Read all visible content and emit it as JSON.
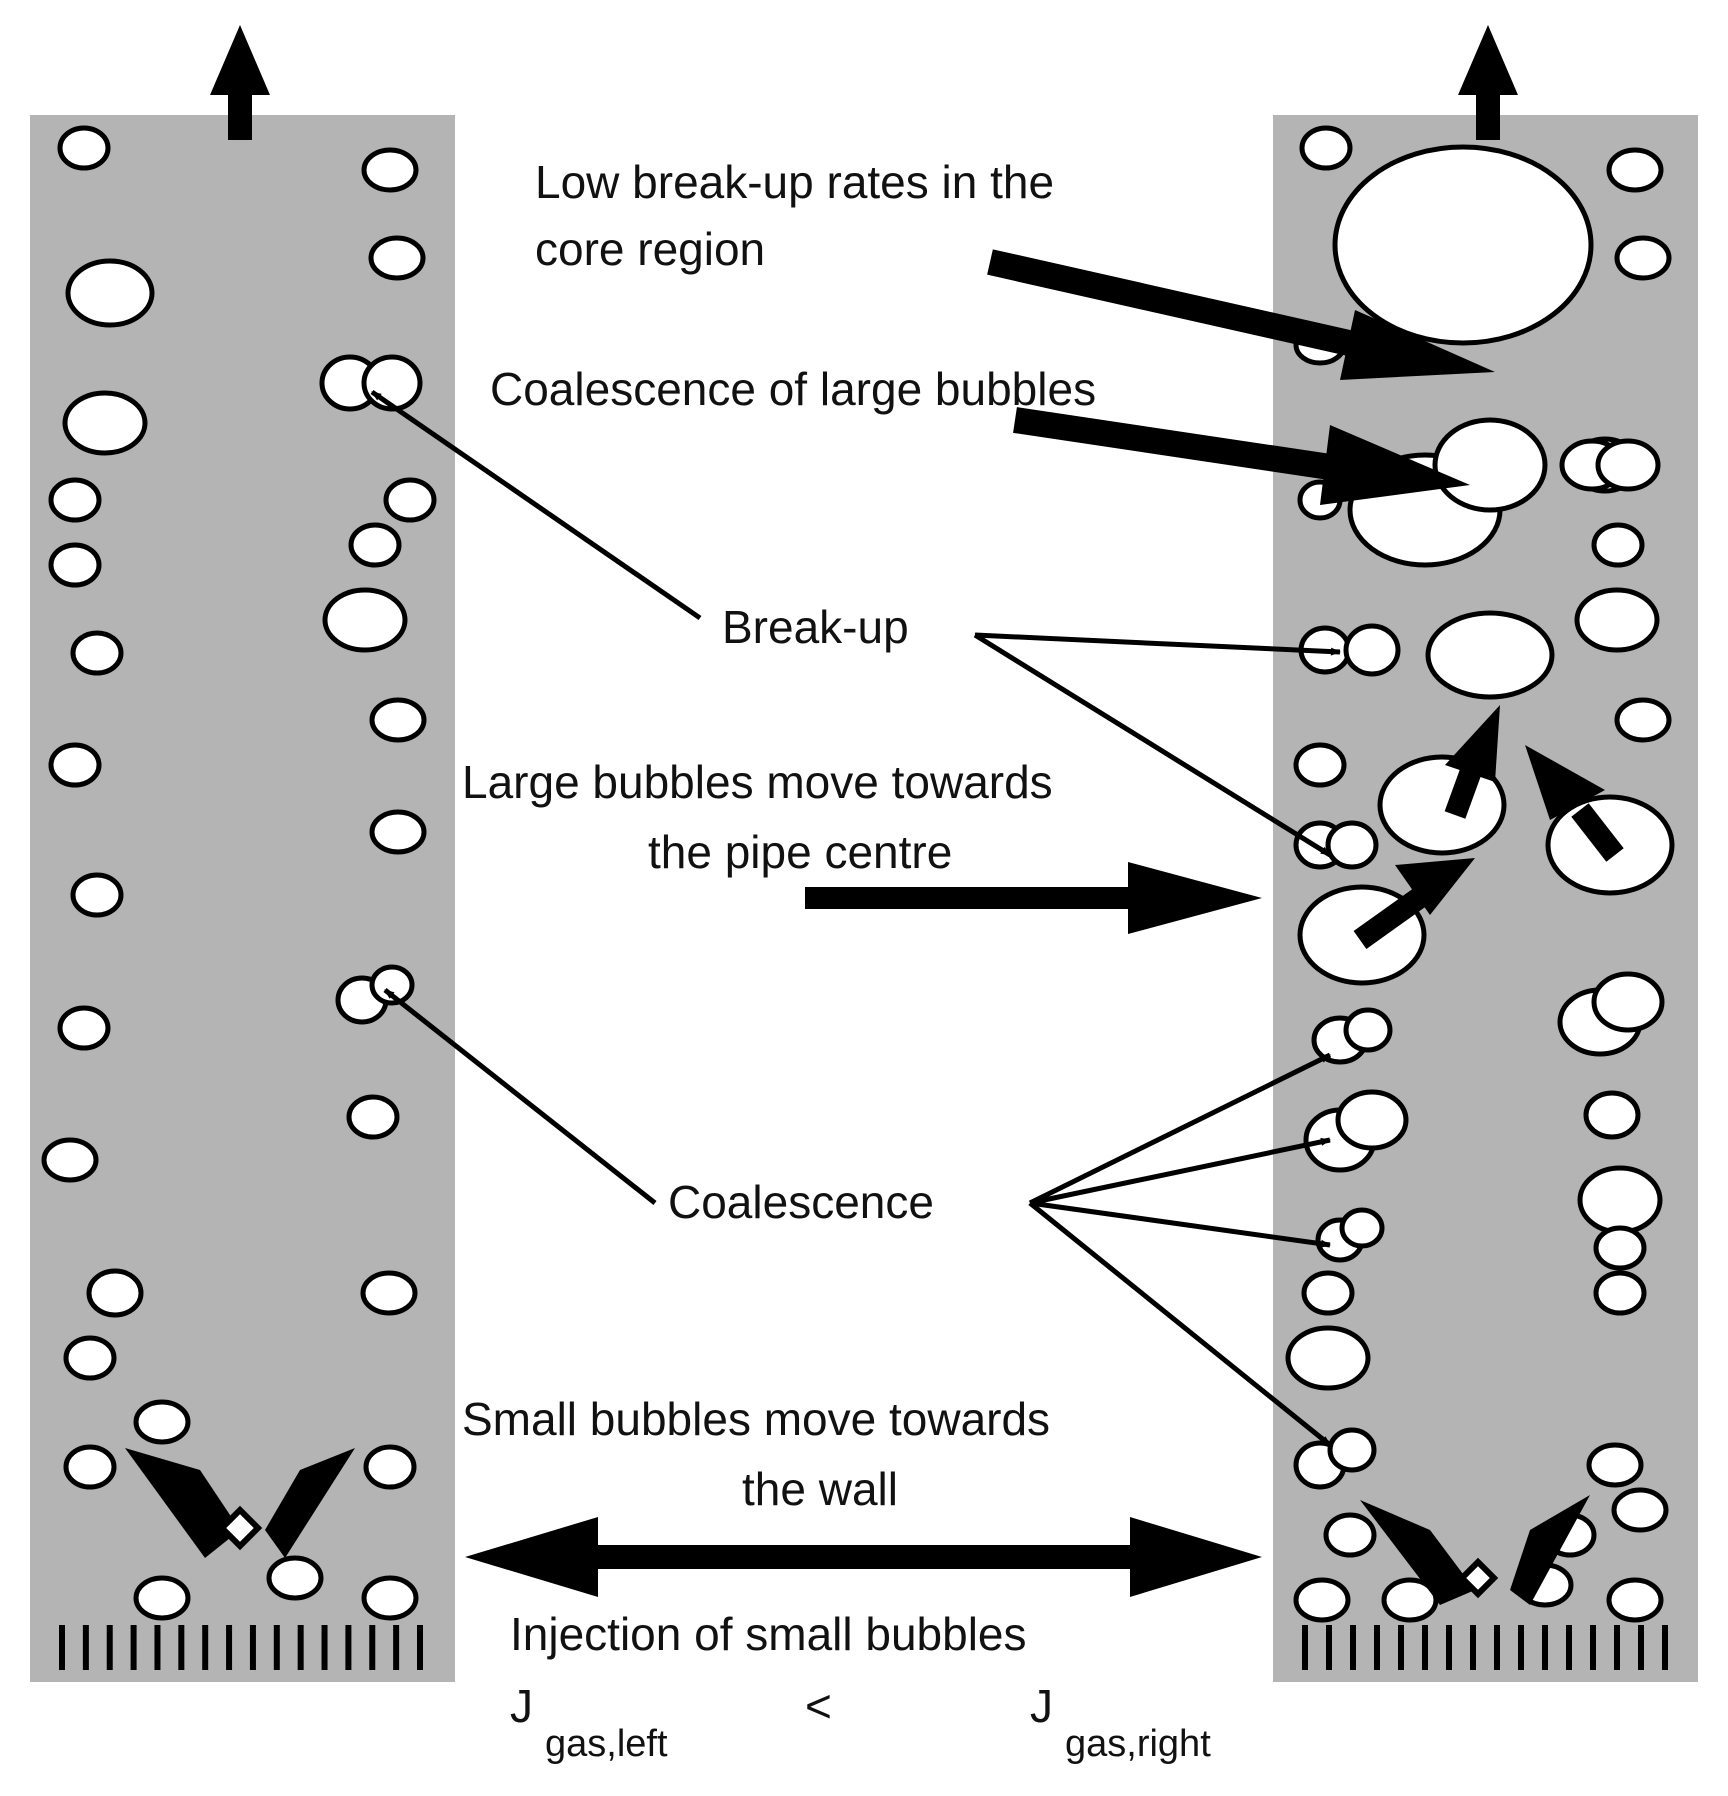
{
  "labels": {
    "low_breakup_1": "Low break-up rates in the",
    "low_breakup_2": "core region",
    "coalescence_large": "Coalescence of large bubbles",
    "breakup": "Break-up",
    "large_move_1": "Large bubbles move towards",
    "large_move_2": "the pipe centre",
    "coalescence": "Coalescence",
    "small_move_1": "Small bubbles move towards",
    "small_move_2": "the wall",
    "injection": "Injection of small bubbles"
  },
  "relation": {
    "j_left": "J",
    "j_left_sub": "gas,left",
    "lt": "<",
    "j_right": "J",
    "j_right_sub": "gas,right"
  },
  "colors": {
    "pipe": "#b4b4b4",
    "bubble": "#ffffff",
    "ink": "#000000"
  }
}
